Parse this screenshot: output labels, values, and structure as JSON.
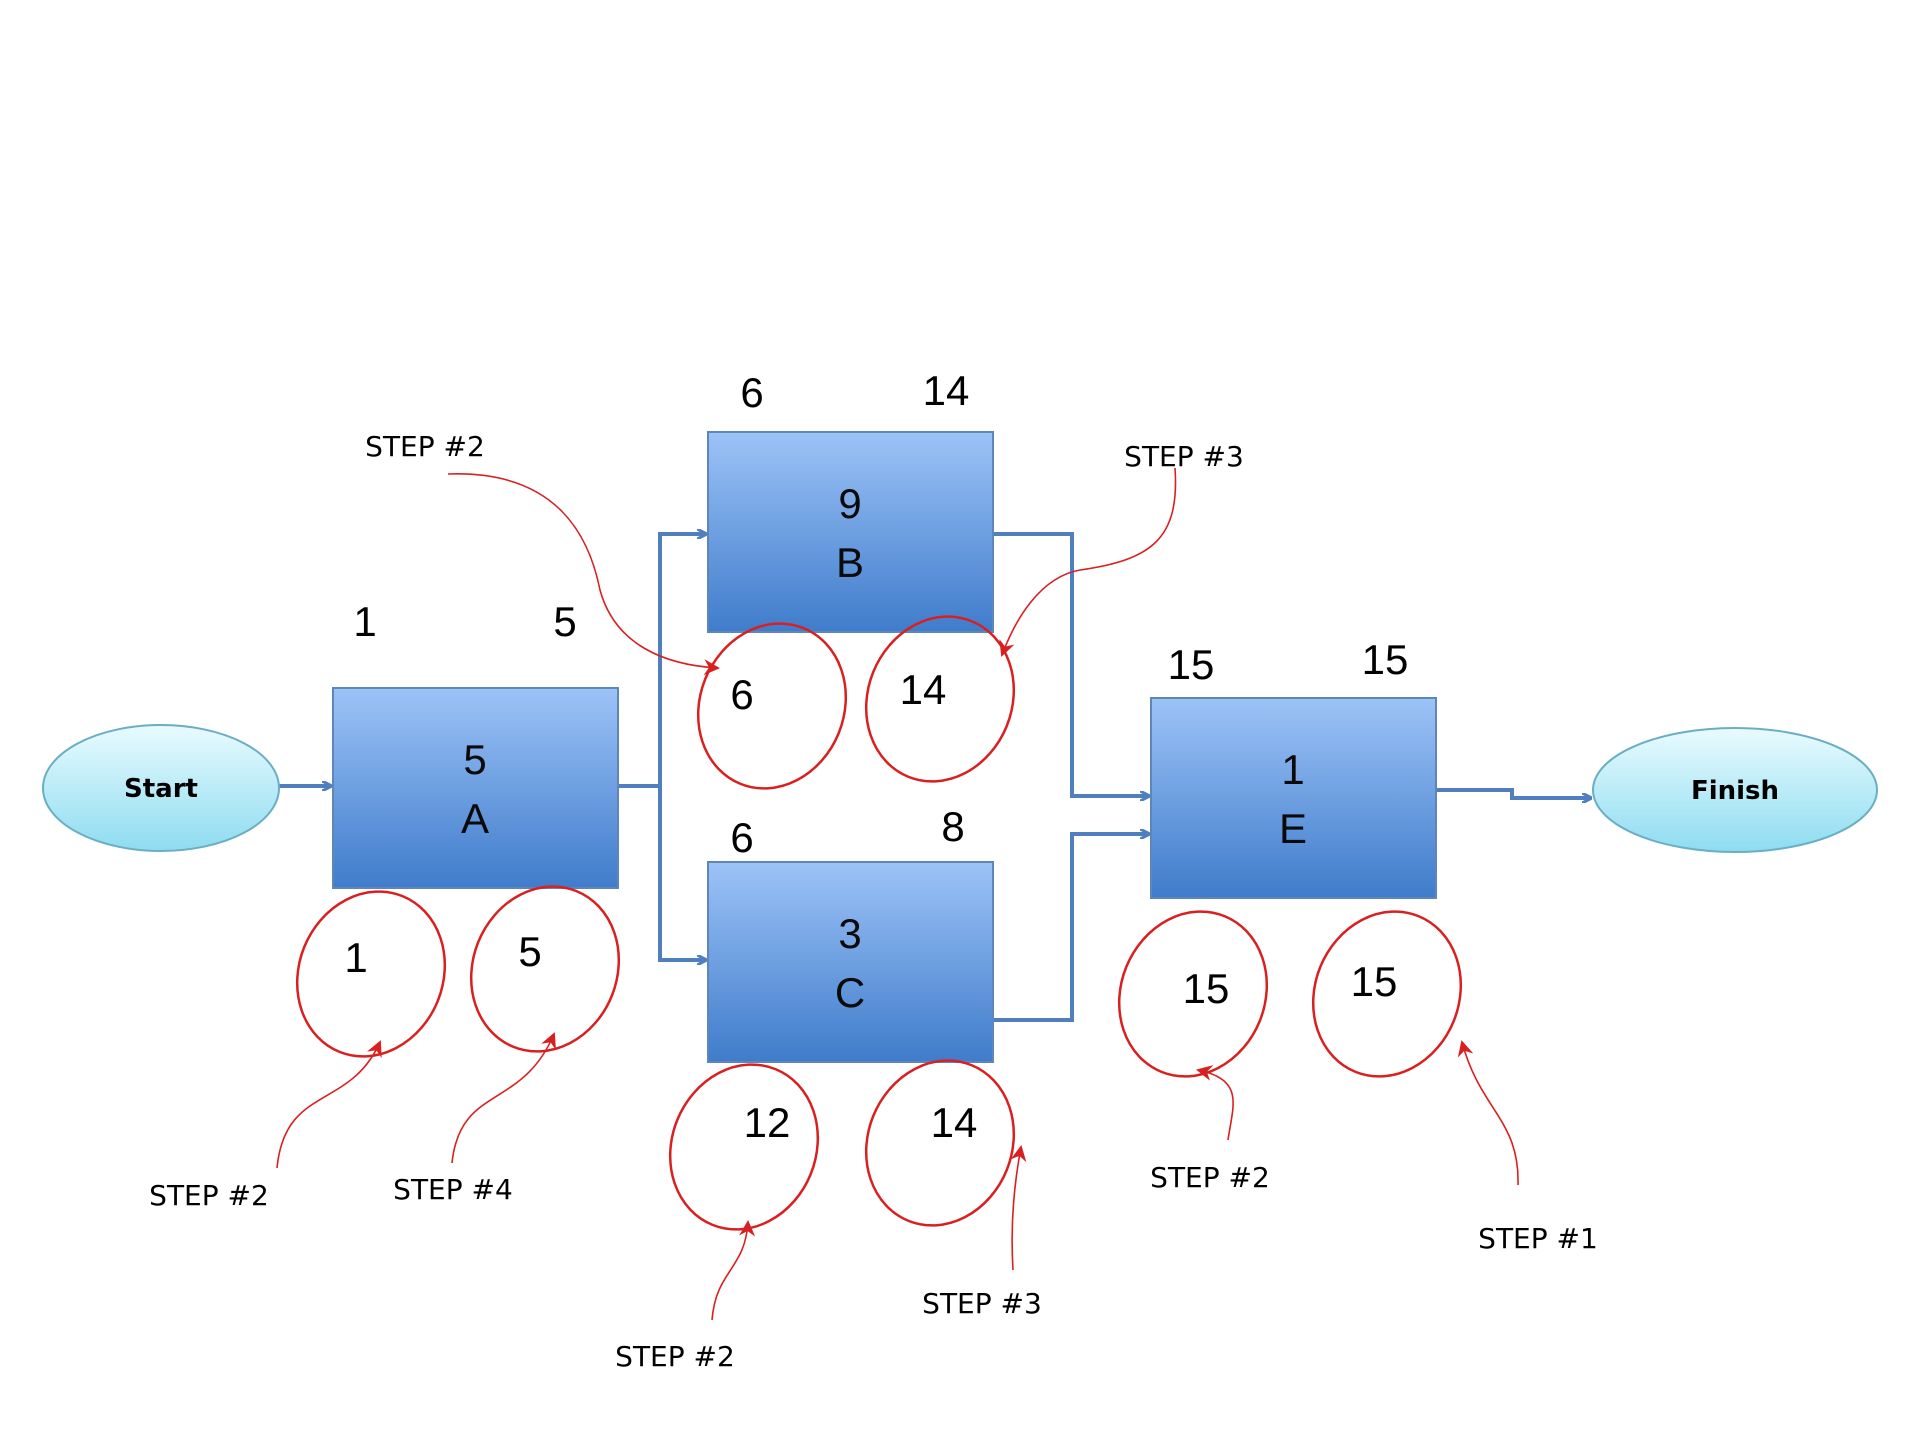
{
  "colors": {
    "box_top": "#9DC3F7",
    "box_bottom": "#3F7CCB",
    "box_border": "#5E86B8",
    "terminal_top": "#E9FBFF",
    "terminal_bottom": "#8EDCF0",
    "terminal_border": "#6AAEC4",
    "connector": "#4F7FBE",
    "annotation": "#D92020"
  },
  "terminals": {
    "start": "Start",
    "finish": "Finish"
  },
  "activities": {
    "A": {
      "duration": "5",
      "name": "A",
      "early_start": "1",
      "early_finish": "5",
      "late_start": "1",
      "late_finish": "5"
    },
    "B": {
      "duration": "9",
      "name": "B",
      "early_start": "6",
      "early_finish": "14",
      "late_start": "6",
      "late_finish": "14"
    },
    "C": {
      "duration": "3",
      "name": "C",
      "early_start": "6",
      "early_finish": "8",
      "late_start": "12",
      "late_finish": "14"
    },
    "E": {
      "duration": "1",
      "name": "E",
      "early_start": "15",
      "early_finish": "15",
      "late_start": "15",
      "late_finish": "15"
    }
  },
  "steps": {
    "a_ls": "STEP #2",
    "a_lf": "STEP #4",
    "b_ls": "STEP #2",
    "b_lf": "STEP #3",
    "c_ls": "STEP #2",
    "c_lf": "STEP #3",
    "e_ls": "STEP #2",
    "e_lf": "STEP #1"
  }
}
